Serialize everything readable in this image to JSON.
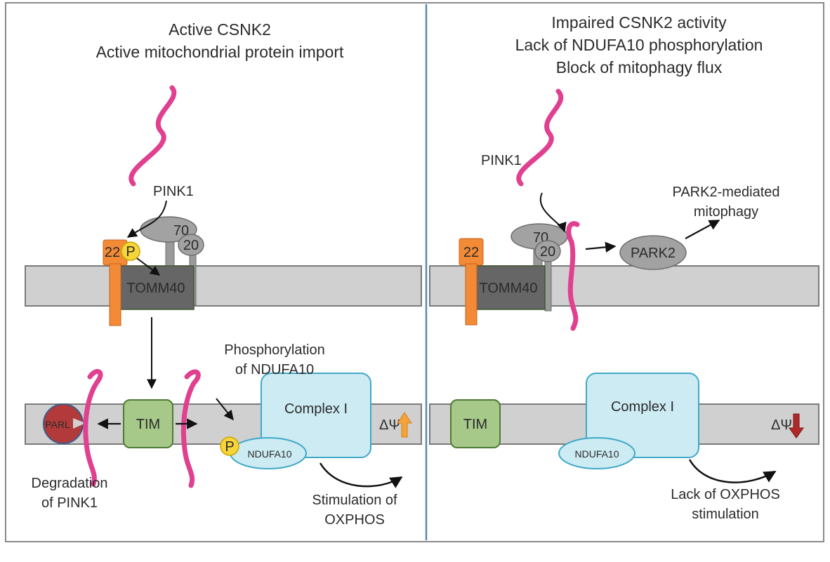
{
  "left_panel": {
    "title_line1": "Active CSNK2",
    "title_line2": "Active mitochondrial protein import",
    "pink1": "PINK1",
    "tom22": "22",
    "phospho": "P",
    "tom70": "70",
    "tom20": "20",
    "tomm40": "TOMM40",
    "parl": "PARL",
    "tim": "TIM",
    "complex1": "Complex I",
    "ndufa10": "NDUFA10",
    "phospho2": "P",
    "phos_note_line1": "Phosphorylation",
    "phos_note_line2": "of NDUFA10",
    "degradation_line1": "Degradation",
    "degradation_line2": "of PINK1",
    "stimulation_line1": "Stimulation of",
    "stimulation_line2": "OXPHOS",
    "delta_psi": "ΔΨ"
  },
  "right_panel": {
    "title_line1": "Impaired CSNK2 activity",
    "title_line2": "Lack of NDUFA10 phosphorylation",
    "title_line3": "Block of mitophagy flux",
    "pink1": "PINK1",
    "tom22": "22",
    "tom70": "70",
    "tom20": "20",
    "tomm40": "TOMM40",
    "park2": "PARK2",
    "mitophagy_line1": "PARK2-mediated",
    "mitophagy_line2": "mitophagy",
    "tim": "TIM",
    "complex1": "Complex I",
    "ndufa10": "NDUFA10",
    "lack_line1": "Lack of OXPHOS",
    "lack_line2": "stimulation",
    "delta_psi": "ΔΨ"
  },
  "colors": {
    "pink1": "#e0408f",
    "tom22": "#f28a36",
    "tom70_20": "#9a9a9a",
    "tomm40": "#666666",
    "membrane": "#cfd0cf",
    "parl": "#b23a3a",
    "tim": "#a6c98a",
    "complex1": "#cdebf3",
    "phospho": "#f7d43a",
    "divider": "#5d87b5",
    "arrow_up": "#f4a23a",
    "arrow_down": "#b02828"
  }
}
